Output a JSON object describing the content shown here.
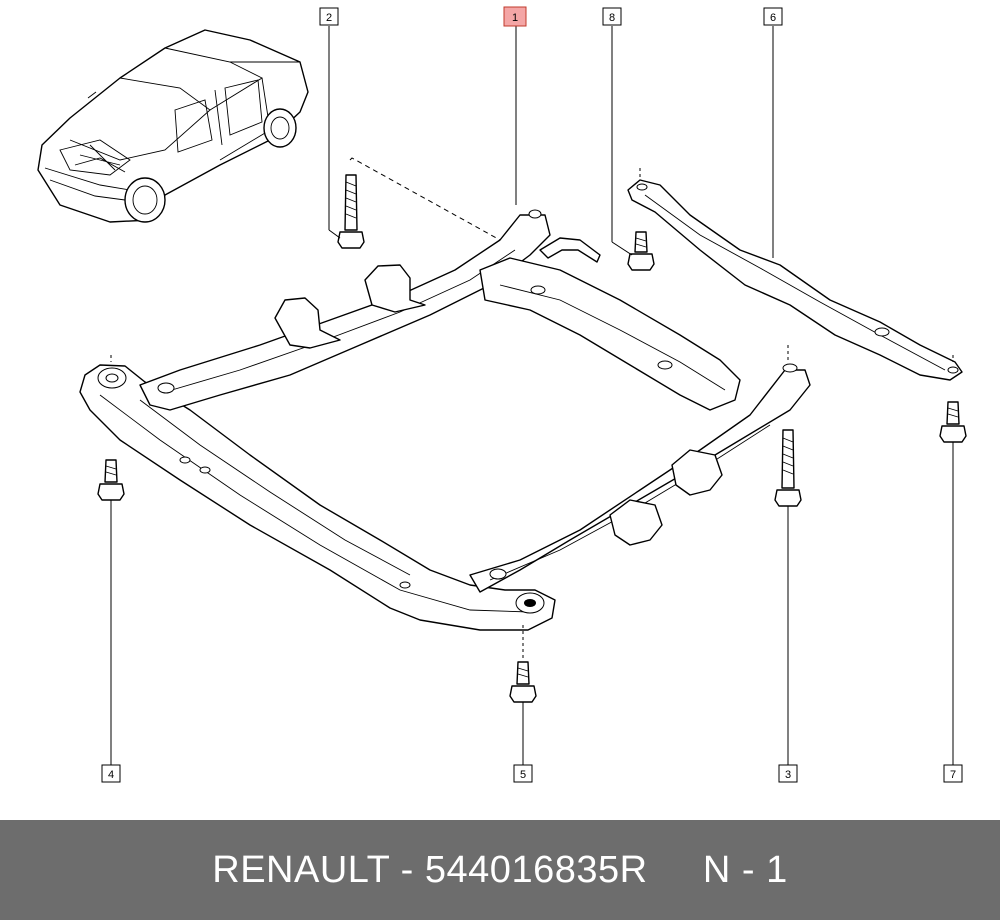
{
  "callouts": [
    "1",
    "2",
    "3",
    "4",
    "5",
    "6",
    "7",
    "8"
  ],
  "highlight_color": "#f4a6a6",
  "footer": {
    "brand": "RENAULT",
    "separator": " - ",
    "part_number": "544016835R",
    "sheet": "N - 1",
    "background": "#6d6d6d"
  }
}
